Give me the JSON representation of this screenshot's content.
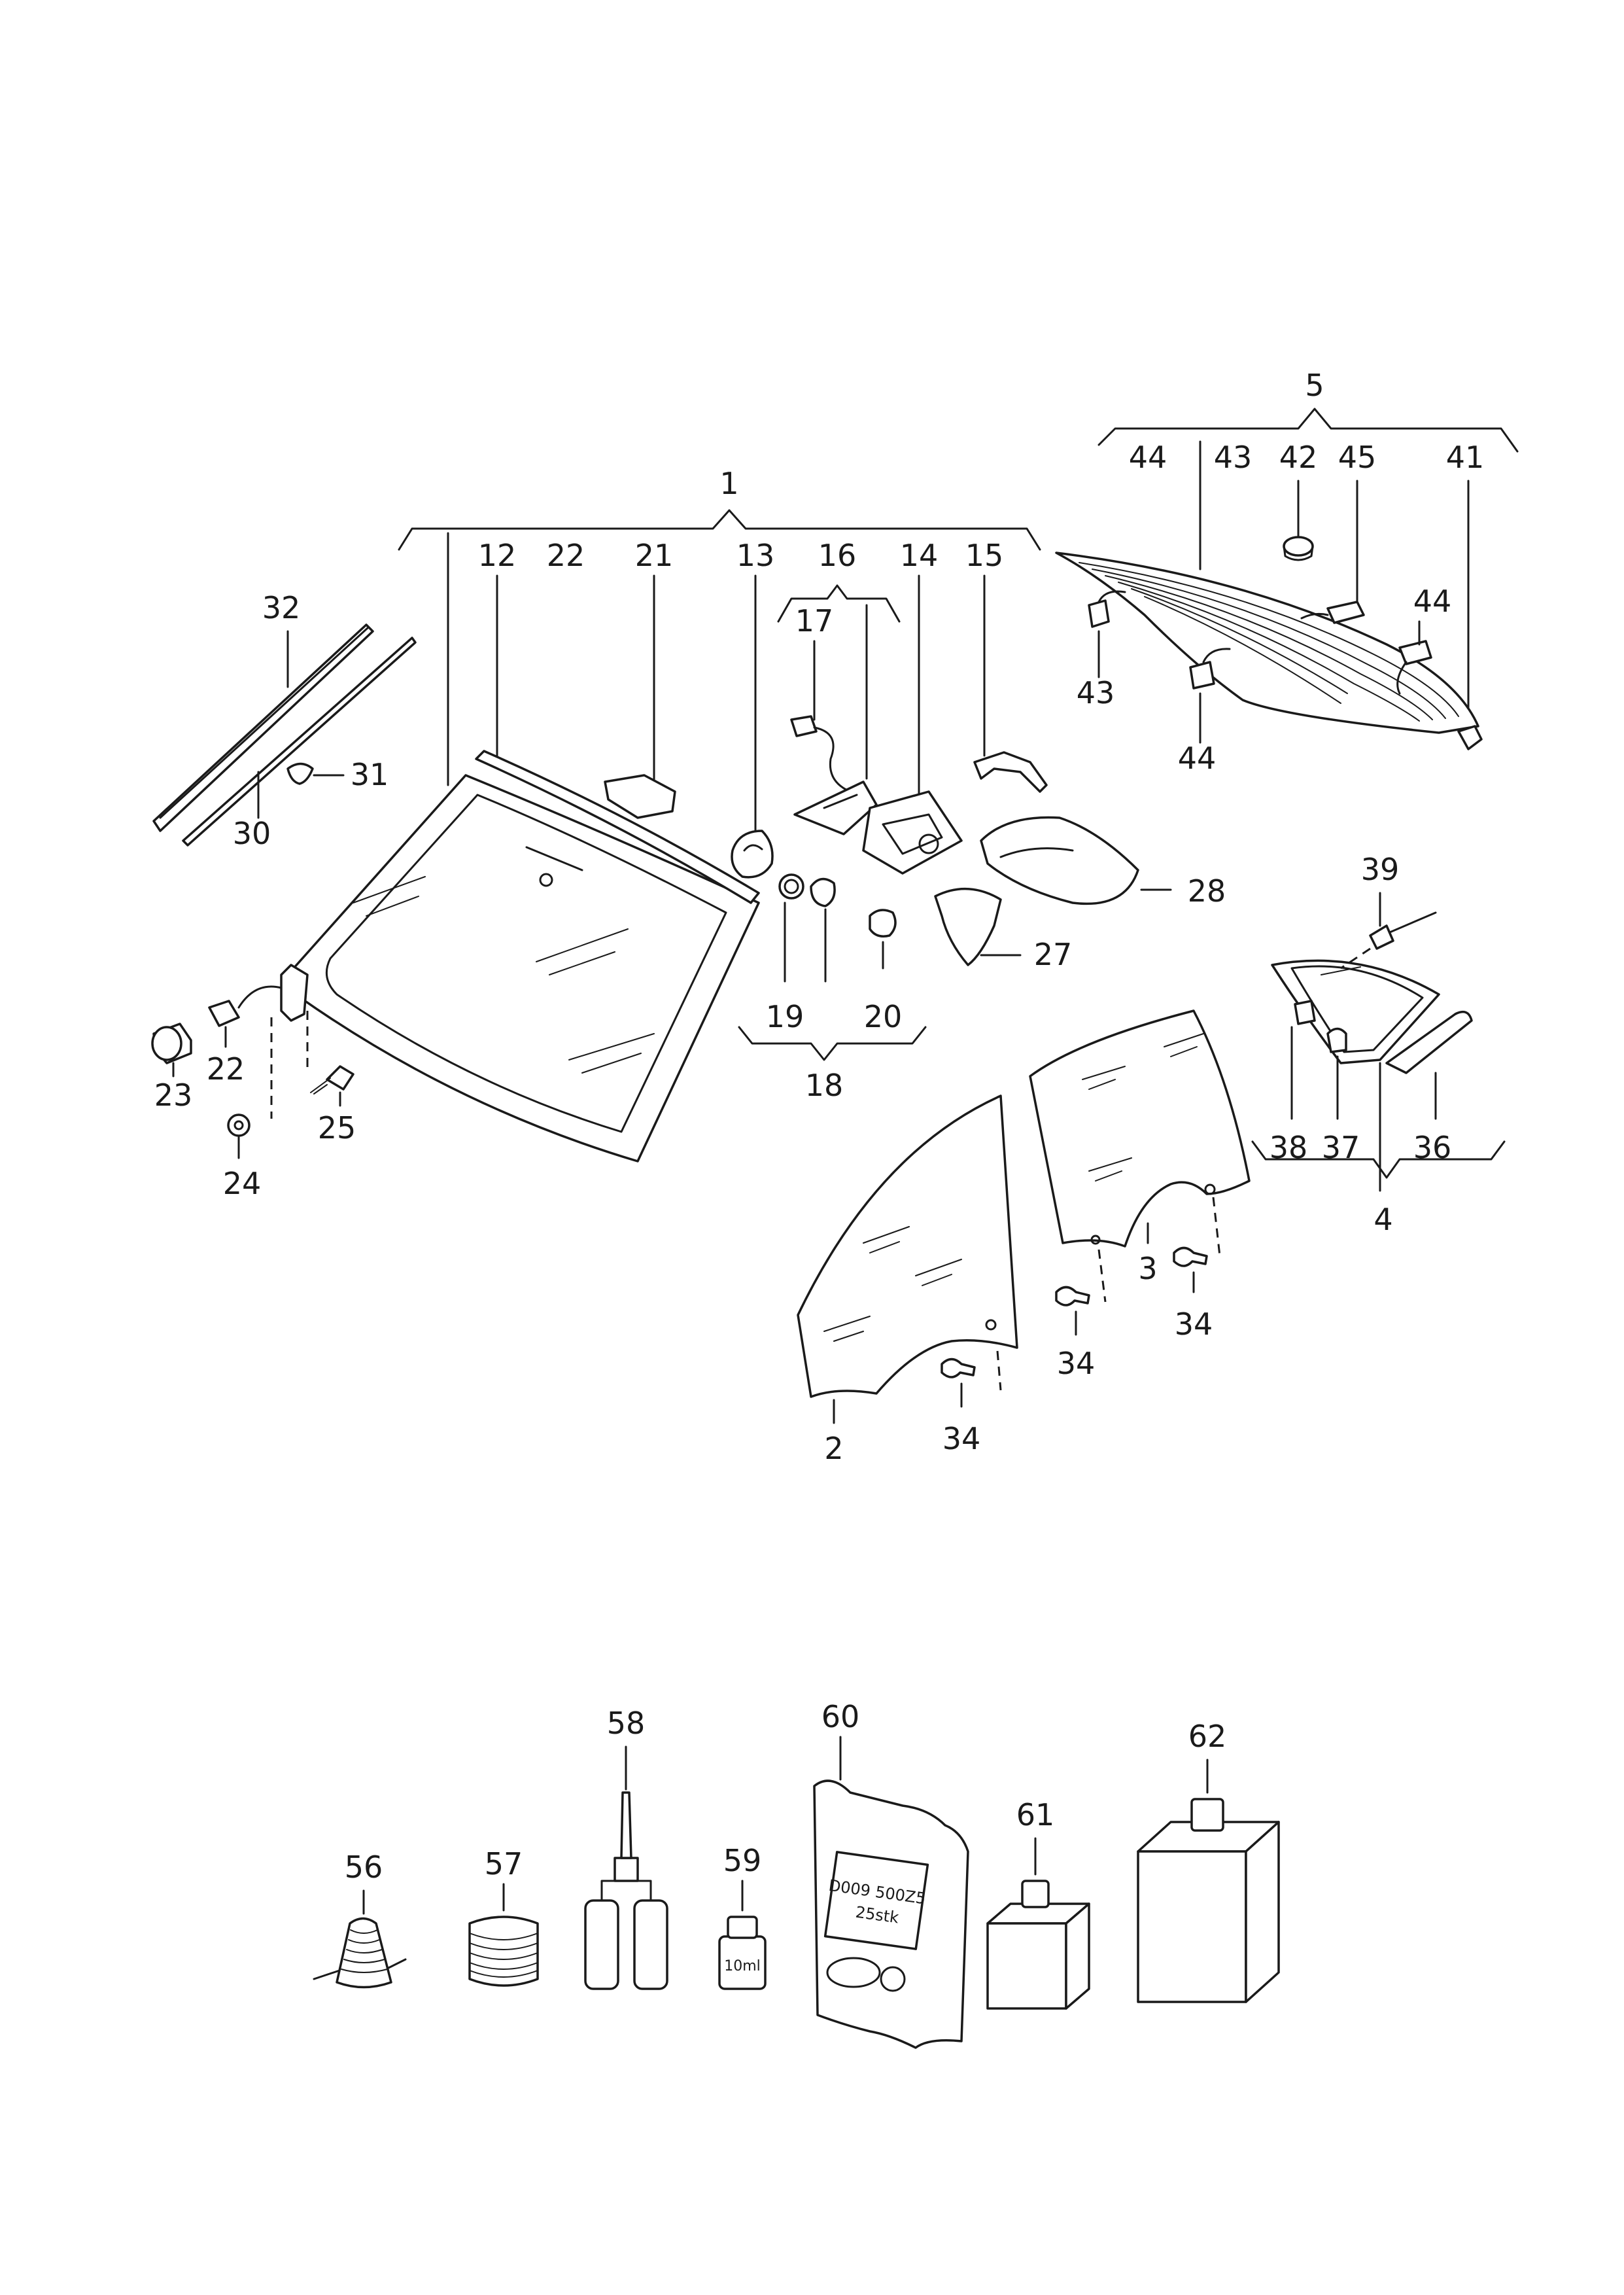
{
  "diagram": {
    "callouts": {
      "c1": "1",
      "c2": "2",
      "c3": "3",
      "c4": "4",
      "c5": "5",
      "c12": "12",
      "c13": "13",
      "c14": "14",
      "c15": "15",
      "c16": "16",
      "c17": "17",
      "c18": "18",
      "c19": "19",
      "c20": "20",
      "c21": "21",
      "c22a": "22",
      "c22b": "22",
      "c23": "23",
      "c24": "24",
      "c25": "25",
      "c27": "27",
      "c28": "28",
      "c30": "30",
      "c31": "31",
      "c32": "32",
      "c34a": "34",
      "c34b": "34",
      "c34c": "34",
      "c36": "36",
      "c37": "37",
      "c38": "38",
      "c39": "39",
      "c41": "41",
      "c42": "42",
      "c43a": "43",
      "c43b": "43",
      "c44a": "44",
      "c44b": "44",
      "c44c": "44",
      "c45": "45",
      "c56": "56",
      "c57": "57",
      "c58": "58",
      "c59": "59",
      "c60": "60",
      "c61": "61",
      "c62": "62"
    },
    "bag_label_line1": "D009 500Z5",
    "bag_label_line2": "25stk",
    "bottle_label": "10ml"
  }
}
